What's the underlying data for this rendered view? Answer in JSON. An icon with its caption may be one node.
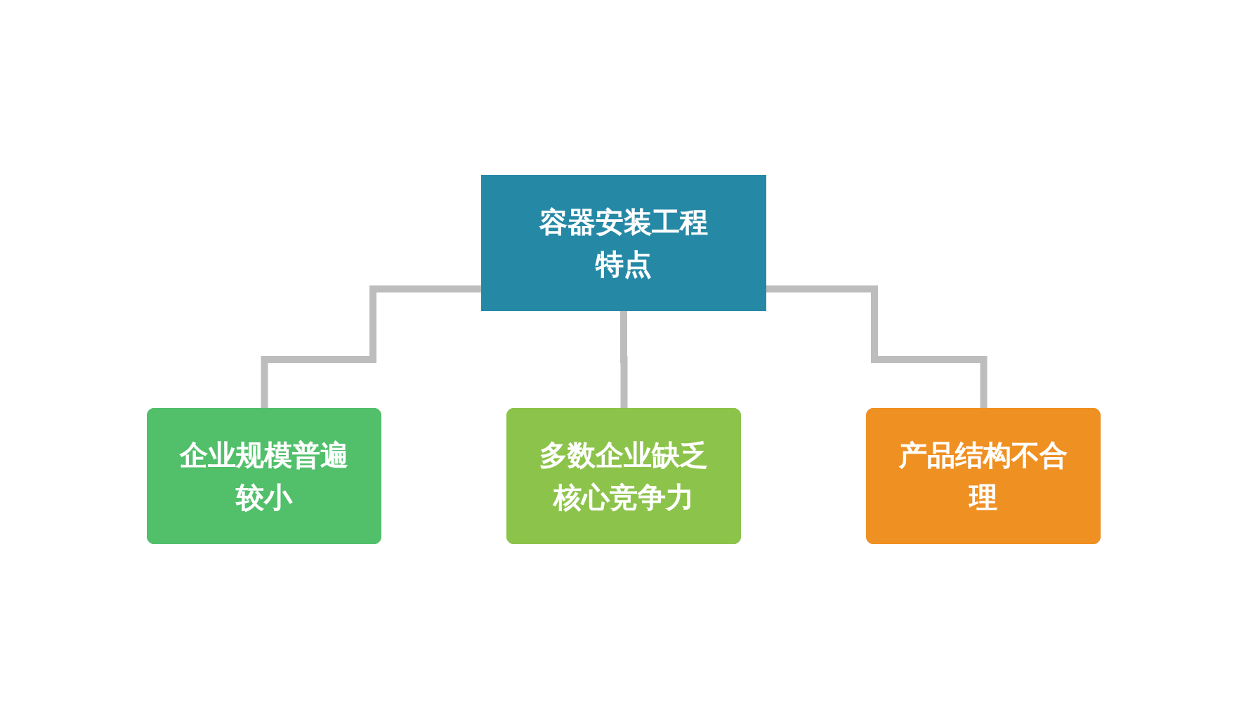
{
  "diagram": {
    "nodes": [
      {
        "text": [
          "容器安装工程特点"
        ]
      },
      {
        "text": [
          "企业规模普遍较小"
        ]
      },
      {
        "text": [
          "多数企业缺乏核心竞争力"
        ]
      },
      {
        "text": [
          "产品结构不合理"
        ]
      }
    ],
    "edges": [
      {
        "from": 0,
        "to": 1,
        "arrow": "none"
      },
      {
        "from": 0,
        "to": 2,
        "arrow": "none"
      },
      {
        "from": 0,
        "to": 3,
        "arrow": "none"
      }
    ]
  }
}
